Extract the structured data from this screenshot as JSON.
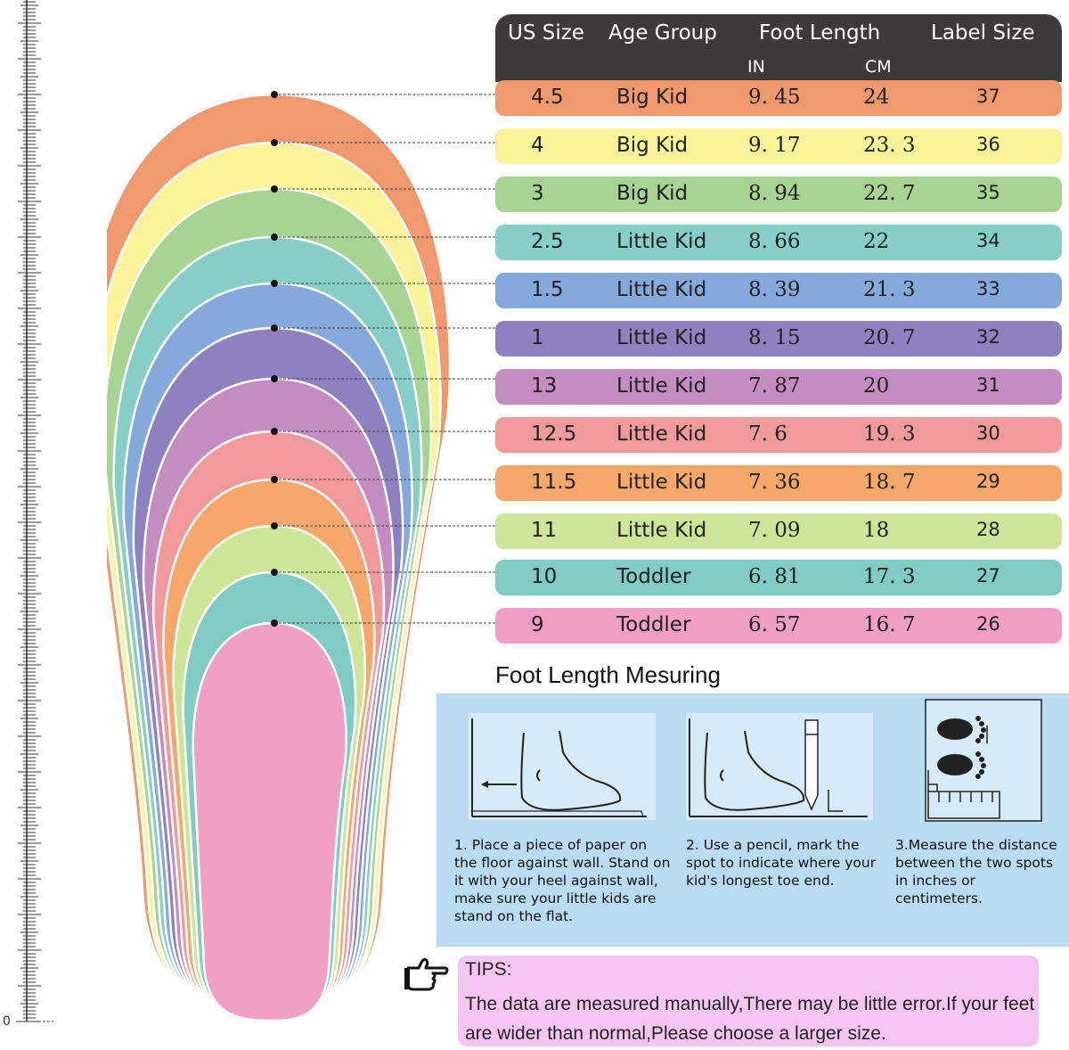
{
  "table": {
    "headers": {
      "us_size": "US Size",
      "age_group": "Age Group",
      "foot_length": "Foot Length",
      "label_size": "Label Size",
      "in": "IN",
      "cm": "CM"
    },
    "rows": [
      {
        "us": "4.5",
        "age": "Big Kid",
        "in": "9. 45",
        "cm": "24",
        "label": "37",
        "color": "#f0986e"
      },
      {
        "us": "4",
        "age": "Big Kid",
        "in": "9. 17",
        "cm": "23. 3",
        "label": "36",
        "color": "#f9f39a"
      },
      {
        "us": "3",
        "age": "Big Kid",
        "in": "8. 94",
        "cm": "22. 7",
        "label": "35",
        "color": "#a7d393"
      },
      {
        "us": "2.5",
        "age": "Little Kid",
        "in": "8. 66",
        "cm": "22",
        "label": "34",
        "color": "#86cec6"
      },
      {
        "us": "1.5",
        "age": "Little Kid",
        "in": "8. 39",
        "cm": "21. 3",
        "label": "33",
        "color": "#86a9dc"
      },
      {
        "us": "1",
        "age": "Little Kid",
        "in": "8. 15",
        "cm": "20. 7",
        "label": "32",
        "color": "#8e81bf"
      },
      {
        "us": "13",
        "age": "Little Kid",
        "in": "7. 87",
        "cm": "20",
        "label": "31",
        "color": "#c48dc1"
      },
      {
        "us": "12.5",
        "age": "Little Kid",
        "in": "7. 6",
        "cm": "19. 3",
        "label": "30",
        "color": "#f19a9b"
      },
      {
        "us": "11.5",
        "age": "Little Kid",
        "in": "7. 36",
        "cm": "18. 7",
        "label": "29",
        "color": "#f6a76a"
      },
      {
        "us": "11",
        "age": "Little Kid",
        "in": "7. 09",
        "cm": "18",
        "label": "28",
        "color": "#cde597"
      },
      {
        "us": "10",
        "age": "Toddler",
        "in": "6. 81",
        "cm": "17. 3",
        "label": "27",
        "color": "#80cbc4"
      },
      {
        "us": "9",
        "age": "Toddler",
        "in": "6. 57",
        "cm": "16. 7",
        "label": "26",
        "color": "#f29fc6"
      }
    ]
  },
  "ruler": {
    "zero_label": "0"
  },
  "measuring": {
    "title": "Foot Length Mesuring",
    "step1": "1. Place a piece of paper on the floor against wall. Stand on it with your heel against wall, make sure your little kids are stand on the flat.",
    "step2": "2. Use a pencil, mark the spot to indicate where your kid's longest toe end.",
    "step3": "3.Measure the distance between the two spots in inches or centimeters."
  },
  "tips": {
    "heading": "TIPS:",
    "text": "The data are measured manually,There may be little error.If your feet are wider than normal,Please choose a larger size."
  },
  "icons": {
    "pointer": "pointing-hand-icon"
  }
}
